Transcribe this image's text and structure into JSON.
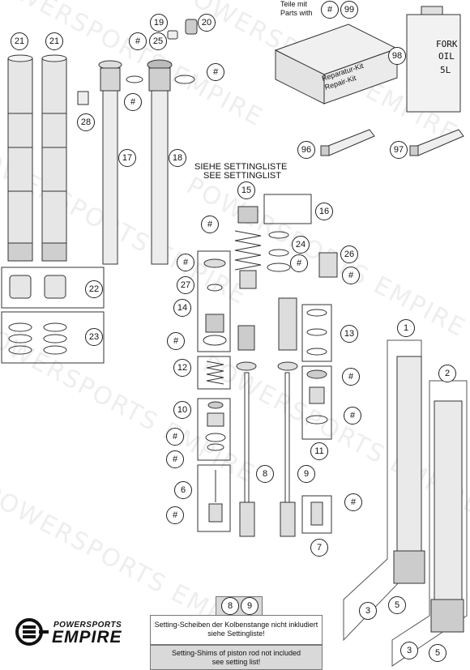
{
  "header": {
    "parts_label_de": "Teile mit",
    "parts_label_en": "Parts with",
    "parts_ref_hash": "#",
    "parts_ref_number": "99"
  },
  "kit_box": {
    "label_de": "Reparatur-Kit",
    "label_en": "Repair-Kit"
  },
  "oil_can": {
    "line1": "FORK",
    "line2": "OIL",
    "line3": "5L"
  },
  "setting_heading": {
    "line_de": "SIEHE SETTINGLISTE",
    "line_en": "SEE SETTINGLIST"
  },
  "callouts": {
    "c21a": "21",
    "c21b": "21",
    "c19": "19",
    "c20": "20",
    "c25": "25",
    "c28": "28",
    "c17": "17",
    "c18": "18",
    "c98": "98",
    "c96": "96",
    "c97": "97",
    "c15": "15",
    "c16": "16",
    "c24": "24",
    "c26": "26",
    "c22": "22",
    "c23": "23",
    "c27": "27",
    "c14": "14",
    "c13": "13",
    "c12": "12",
    "c10": "10",
    "c11": "11",
    "c1": "1",
    "c2": "2",
    "c6": "6",
    "c8": "8",
    "c9": "9",
    "c7": "7",
    "c3a": "3",
    "c5a": "5",
    "c3b": "3",
    "c5b": "5",
    "hash": "#"
  },
  "bottom_ref": {
    "left": "8",
    "right": "9"
  },
  "notes": {
    "de_line1": "Setting-Scheiben der Kolbenstange nicht inkludiert",
    "de_line2": "siehe Settingliste!",
    "en_line1": "Setting-Shims of piston rod not included",
    "en_line2": "see setting list!"
  },
  "logo": {
    "line1": "POWERSPORTS",
    "line2": "EMPIRE"
  },
  "watermark": {
    "text": "POWERSPORTS EMPIRE"
  }
}
